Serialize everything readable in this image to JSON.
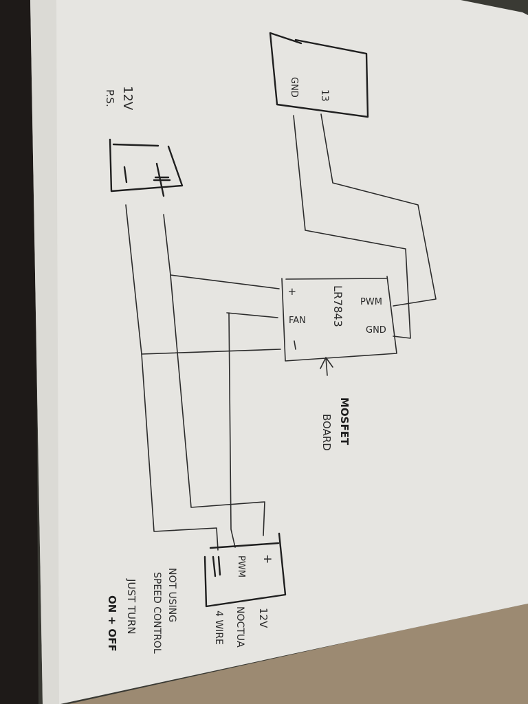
{
  "colors": {
    "paper": "#e6e5e1",
    "paper_shadow": "#d9d8d3",
    "backdrop_left": "#1e1a18",
    "backdrop_top_right": "#3a3a34",
    "table_surface": "#9c8a72",
    "ink": "#2b2b2b"
  },
  "arduino_board": {
    "pin_signal": "13",
    "pin_ground": "GND"
  },
  "power_supply": {
    "label_voltage": "12V",
    "label_name": "P.S.",
    "terminal_negative": "–",
    "terminal_positive": "+"
  },
  "mosfet_board": {
    "part_number": "LR7843",
    "fan_positive": "+",
    "fan_label": "FAN",
    "fan_negative": "–",
    "input_pwm": "PWM",
    "input_gnd": "GND",
    "annotation_line1": "MOSFET",
    "annotation_line2": "BOARD"
  },
  "fan": {
    "terminal_positive": "+",
    "terminal_pwm": "PWM",
    "terminal_negative": "–",
    "label_line1": "12V",
    "label_line2": "NOCTUA",
    "label_line3": "4 WIRE"
  },
  "notes": {
    "note1_line1": "NOT USING",
    "note1_line2": "SPEED CONTROL",
    "note2_line1": "JUST TURN",
    "note2_line2": "ON + OFF"
  }
}
